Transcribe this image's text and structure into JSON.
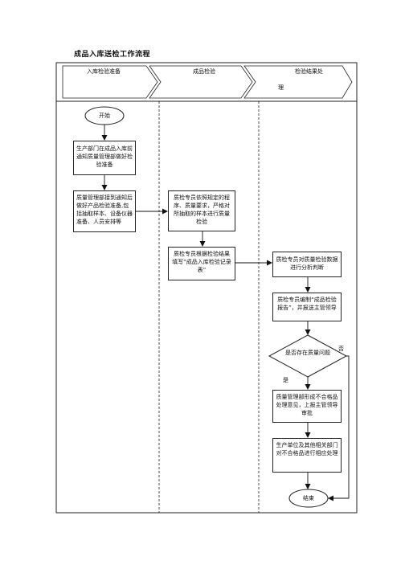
{
  "title": "成品入库送检工作流程",
  "lanes": [
    {
      "label": "入库检验准备"
    },
    {
      "label": "成品检验"
    },
    {
      "label": "检验结果处",
      "label_wrap": "理"
    }
  ],
  "nodes": {
    "start": "开始",
    "prod_notify": "生产部门在成品入库前通知质量管理部做好检验准备",
    "qm_prepare": "质量管理部接到通知后做好产品检验准备,包括抽取样本、设备仪器准备、人员安排等",
    "inspector_check": "质检专员依照规定的程序、质量要求，严格对所抽取的样本进行质量检验",
    "fill_record": "质检专员根据检验结果填写“成品入库检验记录表”",
    "analyze": "质检专员对质量检验数据进行分析判断",
    "report": "质检专员编制“成品检验报告”，并报送主管领导",
    "decision": "是否存在质量问题",
    "handle_opinion": "质量管理部形成不合格品处理意见，上报主管领导审批",
    "unit_handle": "生产单位及其他相关部门对不合格品进行相应处理",
    "end": "结束"
  },
  "edge_labels": {
    "yes": "是",
    "no": "否"
  }
}
